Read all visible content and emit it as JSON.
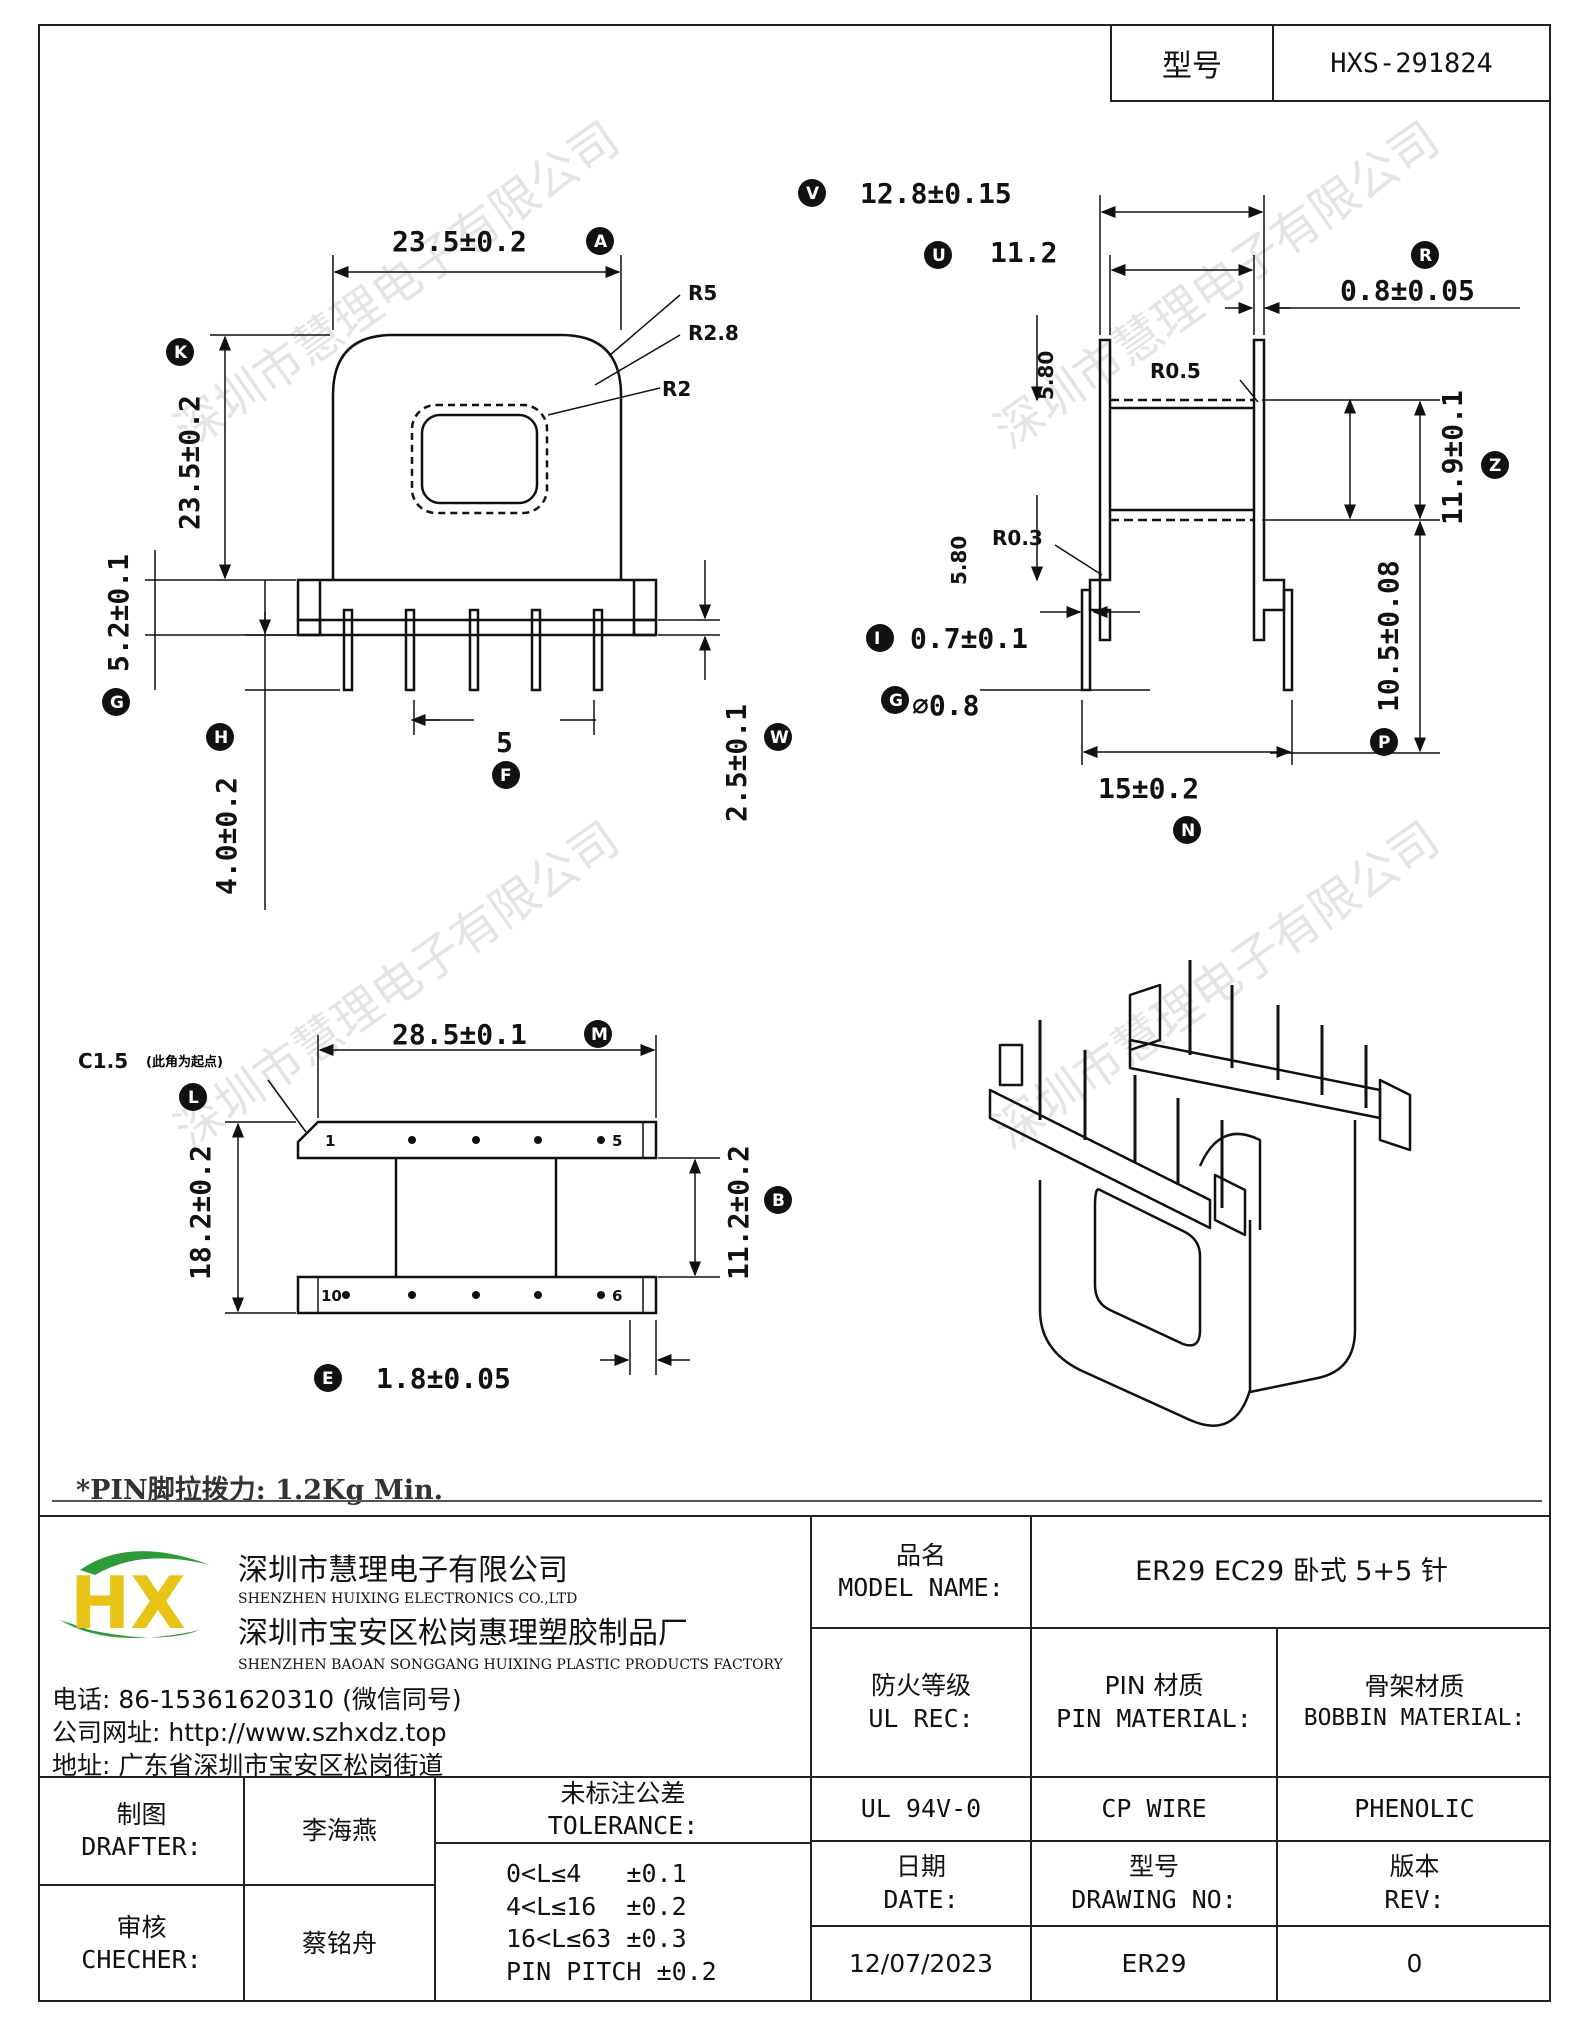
{
  "header": {
    "model_label": "型号",
    "model_value": "HXS-291824"
  },
  "dims": {
    "a": "23.5±0.2",
    "a_tag": "A",
    "k": "23.5±0.2",
    "k_tag": "K",
    "r5": "R5",
    "r28": "R2.8",
    "r2": "R2",
    "g": "5.2±0.1",
    "g_tag": "G",
    "h": "4.0±0.2",
    "h_tag": "H",
    "f": "5",
    "f_tag": "F",
    "w": "2.5±0.1",
    "w_tag": "W",
    "v": "12.8±0.15",
    "v_tag": "V",
    "u": "11.2",
    "u_tag": "U",
    "r": "0.8±0.05",
    "r_tag": "R",
    "z": "11.9±0.1",
    "z_tag": "Z",
    "d580a": "5.80",
    "d580b": "5.80",
    "r05": "R0.5",
    "r03": "R0.3",
    "i": "0.7±0.1",
    "i_tag": "I",
    "g2": "∅0.8",
    "g2_tag": "G",
    "p": "10.5±0.08",
    "p_tag": "P",
    "n": "15±0.2",
    "n_tag": "N",
    "m": "28.5±0.1",
    "m_tag": "M",
    "c15": "C1.5",
    "c15_note": "(此角为起点)",
    "l_tag": "L",
    "h182": "18.2±0.2",
    "b": "11.2±0.2",
    "b_tag": "B",
    "e": "1.8±0.05",
    "e_tag": "E",
    "pin1": "1",
    "pin5": "5",
    "pin10": "10",
    "pin6": "6"
  },
  "watermark": "深圳市慧理电子有限公司",
  "note": "*PIN脚拉拨力: 1.2Kg Min.",
  "company": {
    "logo_letters": "HX",
    "cn_name": "深圳市慧理电子有限公司",
    "en_name": "SHENZHEN HUIXING ELECTRONICS CO.,LTD",
    "cn_factory": "深圳市宝安区松岗惠理塑胶制品厂",
    "en_factory": "SHENZHEN BAOAN SONGGANG HUIXING PLASTIC PRODUCTS FACTORY",
    "phone": "电话: 86-15361620310 (微信同号)",
    "website": "公司网址: http://www.szhxdz.top",
    "address": "地址: 广东省深圳市宝安区松岗街道"
  },
  "table": {
    "model_name_cn": "品名",
    "model_name_en": "MODEL NAME:",
    "model_name_value": "ER29 EC29 卧式 5+5 针",
    "ul_cn": "防火等级",
    "ul_en": "UL REC:",
    "pin_cn": "PIN 材质",
    "pin_en": "PIN MATERIAL:",
    "bobbin_cn": "骨架材质",
    "bobbin_en": "BOBBIN MATERIAL:",
    "ul_value": "UL 94V-0",
    "pin_value": "CP WIRE",
    "bobbin_value": "PHENOLIC",
    "drafter_cn": "制图",
    "drafter_en": "DRAFTER:",
    "drafter_value": "李海燕",
    "checker_cn": "审核",
    "checker_en": "CHECHER:",
    "checker_value": "蔡铭舟",
    "tol_cn": "未标注公差",
    "tol_en": "TOLERANCE:",
    "tol1": "0<L≤4   ±0.1",
    "tol2": "4<L≤16  ±0.2",
    "tol3": "16<L≤63 ±0.3",
    "tol4": "PIN PITCH ±0.2",
    "date_cn": "日期",
    "date_en": "DATE:",
    "date_value": "12/07/2023",
    "drawing_cn": "型号",
    "drawing_en": "DRAWING NO:",
    "drawing_value": "ER29",
    "rev_cn": "版本",
    "rev_en": "REV:",
    "rev_value": "0"
  },
  "colors": {
    "logo_green": "#2e9a3a",
    "logo_yellow": "#e8c417",
    "logo_blue": "#1f4f9e"
  }
}
